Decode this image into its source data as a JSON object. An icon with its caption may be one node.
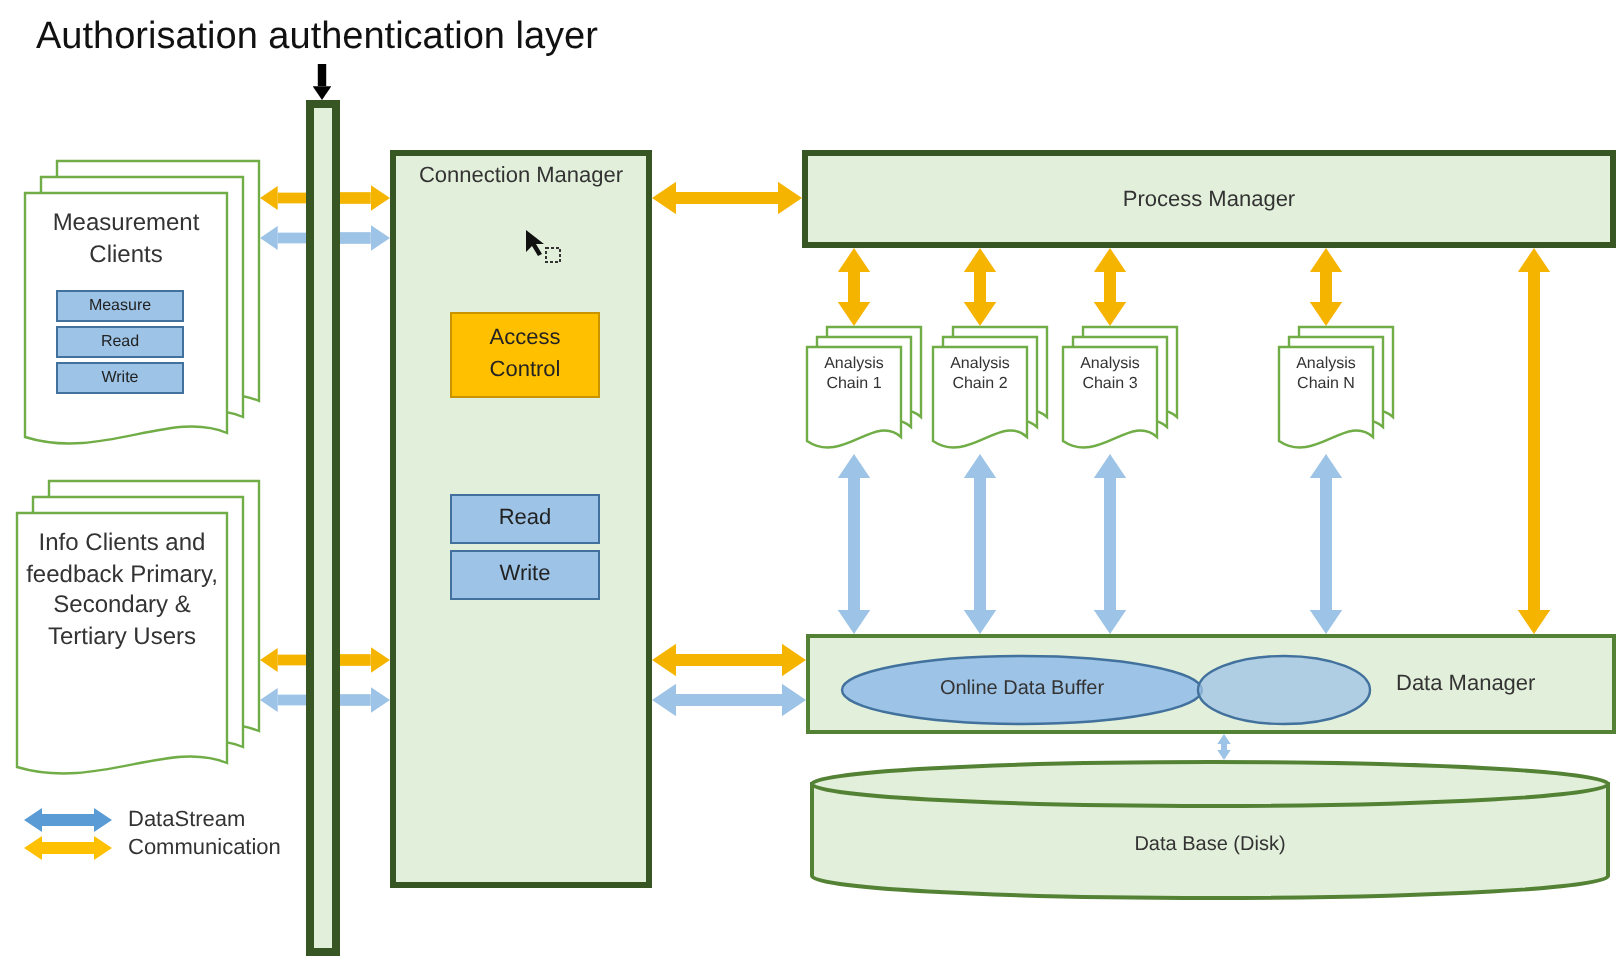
{
  "diagram": {
    "nodes": [
      {
        "text": [
          "Authorisation authentication layer"
        ]
      },
      {
        "text": [],
        "shape": "bar"
      },
      {
        "text": [
          "Measurement Clients"
        ]
      },
      {
        "text": [
          "Measure"
        ],
        "in": 2
      },
      {
        "text": [
          "Read"
        ],
        "in": 2
      },
      {
        "text": [
          "Write"
        ],
        "in": 2
      },
      {
        "text": [
          "Info Clients and feedback Primary, Secondary & Tertiary Users"
        ]
      },
      {
        "text": [
          "Connection Manager"
        ]
      },
      {
        "text": [
          "Access Control"
        ],
        "in": 7
      },
      {
        "text": [
          "Read"
        ],
        "in": 7
      },
      {
        "text": [
          "Write"
        ],
        "in": 7
      },
      {
        "text": [
          "Process Manager"
        ]
      },
      {
        "text": [
          "Analysis Chain 1"
        ]
      },
      {
        "text": [
          "Analysis Chain 2"
        ]
      },
      {
        "text": [
          "Analysis Chain 3"
        ]
      },
      {
        "text": [
          "Analysis Chain N"
        ]
      },
      {
        "text": [
          "Data Manager"
        ]
      },
      {
        "text": [
          "Online Data Buffer"
        ],
        "in": 16
      },
      {
        "text": [],
        "shape": "ellipse",
        "in": 16
      },
      {
        "text": [
          "Data Base (Disk)"
        ]
      }
    ],
    "edges": [
      {
        "from": 0,
        "to": 1,
        "arrow": "to",
        "color": "#000000"
      },
      {
        "from": 1,
        "to": 2,
        "arrow": "to"
      },
      {
        "from": 1,
        "to": 7,
        "arrow": "to"
      },
      {
        "from": 1,
        "to": 2,
        "arrow": "to",
        "color": "#9dc3e6"
      },
      {
        "from": 1,
        "to": 7,
        "arrow": "to",
        "color": "#9dc3e6"
      },
      {
        "from": 1,
        "to": 6,
        "arrow": "to"
      },
      {
        "from": 1,
        "to": 7,
        "arrow": "to"
      },
      {
        "from": 1,
        "to": 6,
        "arrow": "to",
        "color": "#9dc3e6"
      },
      {
        "from": 1,
        "to": 7,
        "arrow": "to",
        "color": "#9dc3e6"
      },
      {
        "from": 7,
        "to": 11,
        "arrow": "both"
      },
      {
        "from": 7,
        "to": 16,
        "arrow": "both"
      },
      {
        "from": 7,
        "to": 16,
        "arrow": "both",
        "color": "#9dc3e6"
      },
      {
        "from": 11,
        "to": 12,
        "arrow": "both"
      },
      {
        "from": 11,
        "to": 13,
        "arrow": "both"
      },
      {
        "from": 11,
        "to": 14,
        "arrow": "both"
      },
      {
        "from": 11,
        "to": 15,
        "arrow": "both"
      },
      {
        "from": 12,
        "to": 16,
        "arrow": "both",
        "color": "#9dc3e6"
      },
      {
        "from": 13,
        "to": 16,
        "arrow": "both",
        "color": "#9dc3e6"
      },
      {
        "from": 14,
        "to": 16,
        "arrow": "both",
        "color": "#9dc3e6"
      },
      {
        "from": 15,
        "to": 16,
        "arrow": "both",
        "color": "#9dc3e6"
      },
      {
        "from": 11,
        "to": 16,
        "arrow": "both"
      },
      {
        "from": 16,
        "to": 19,
        "arrow": "both",
        "color": "#9dc3e6"
      }
    ],
    "legend": [
      {
        "text": "DataStream",
        "color": "#5b9bd5"
      },
      {
        "text": "Communication",
        "color": "#ffc000"
      }
    ]
  }
}
